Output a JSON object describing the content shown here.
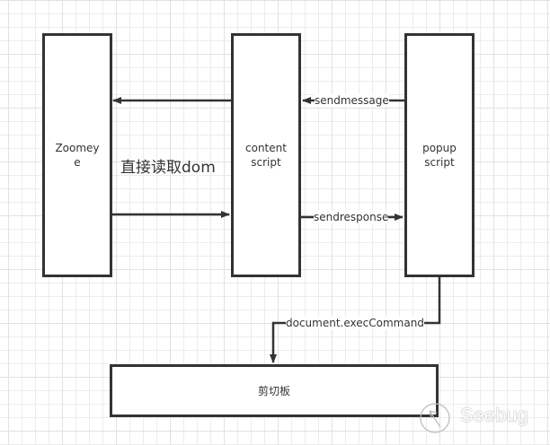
{
  "nodes": {
    "zoomeye": {
      "label": "Zoomey\ne"
    },
    "content_script": {
      "label": "content\nscript"
    },
    "popup_script": {
      "label": "popup\nscript"
    },
    "clipboard": {
      "label": "剪切板"
    }
  },
  "edges": {
    "sendmessage": {
      "label": "sendmessage",
      "from": "popup script",
      "to": "content script"
    },
    "sendresponse": {
      "label": "sendresponse",
      "from": "content script",
      "to": "popup script"
    },
    "read_dom_back": {
      "from": "content script",
      "to": "Zoomeye"
    },
    "read_dom_forward": {
      "from": "Zoomeye",
      "to": "content script"
    },
    "exec_command": {
      "label": "document.execCommand",
      "from": "popup script",
      "to": "剪切板"
    }
  },
  "annotation": {
    "text": "直接读取dom"
  },
  "watermark": {
    "text": "Seebug"
  },
  "colors": {
    "stroke": "#333333",
    "grid": "#ececec",
    "background": "#ffffff"
  }
}
